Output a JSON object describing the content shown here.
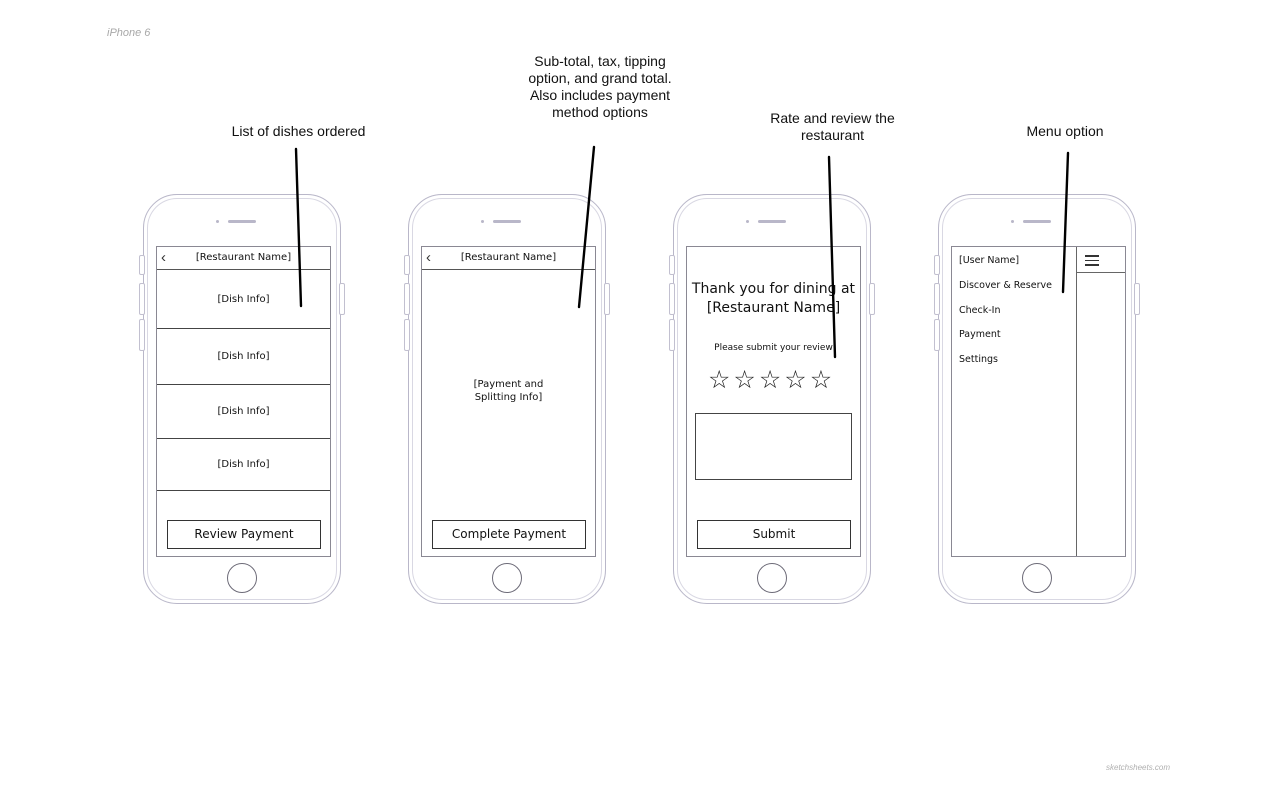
{
  "device_label": "iPhone 6",
  "footer_credit": "sketchsheets.com",
  "annotations": {
    "dishes": "List of dishes ordered",
    "payment": "Sub-total, tax, tipping option, and grand total. Also includes payment method options",
    "review": "Rate and review the restaurant",
    "menu": "Menu option"
  },
  "screens": {
    "order": {
      "back_icon": "back-chevron-icon",
      "title": "[Restaurant Name]",
      "dishes": [
        "[Dish Info]",
        "[Dish Info]",
        "[Dish Info]",
        "[Dish Info]"
      ],
      "button_label": "Review Payment"
    },
    "payment": {
      "back_icon": "back-chevron-icon",
      "title": "[Restaurant Name]",
      "body_line1": "[Payment and",
      "body_line2": "Splitting Info]",
      "button_label": "Complete Payment"
    },
    "review": {
      "thank_line1": "Thank you for dining at",
      "thank_line2": "[Restaurant Name]",
      "prompt": "Please submit your review",
      "star_count": 5,
      "button_label": "Submit"
    },
    "menu": {
      "items": [
        "[User Name]",
        "Discover & Reserve",
        "Check-In",
        "Payment",
        "Settings"
      ],
      "hamburger_icon": "hamburger-menu-icon"
    }
  },
  "colors": {
    "phone_outline": "#b9b7c9",
    "annotation_line": "#000000"
  }
}
